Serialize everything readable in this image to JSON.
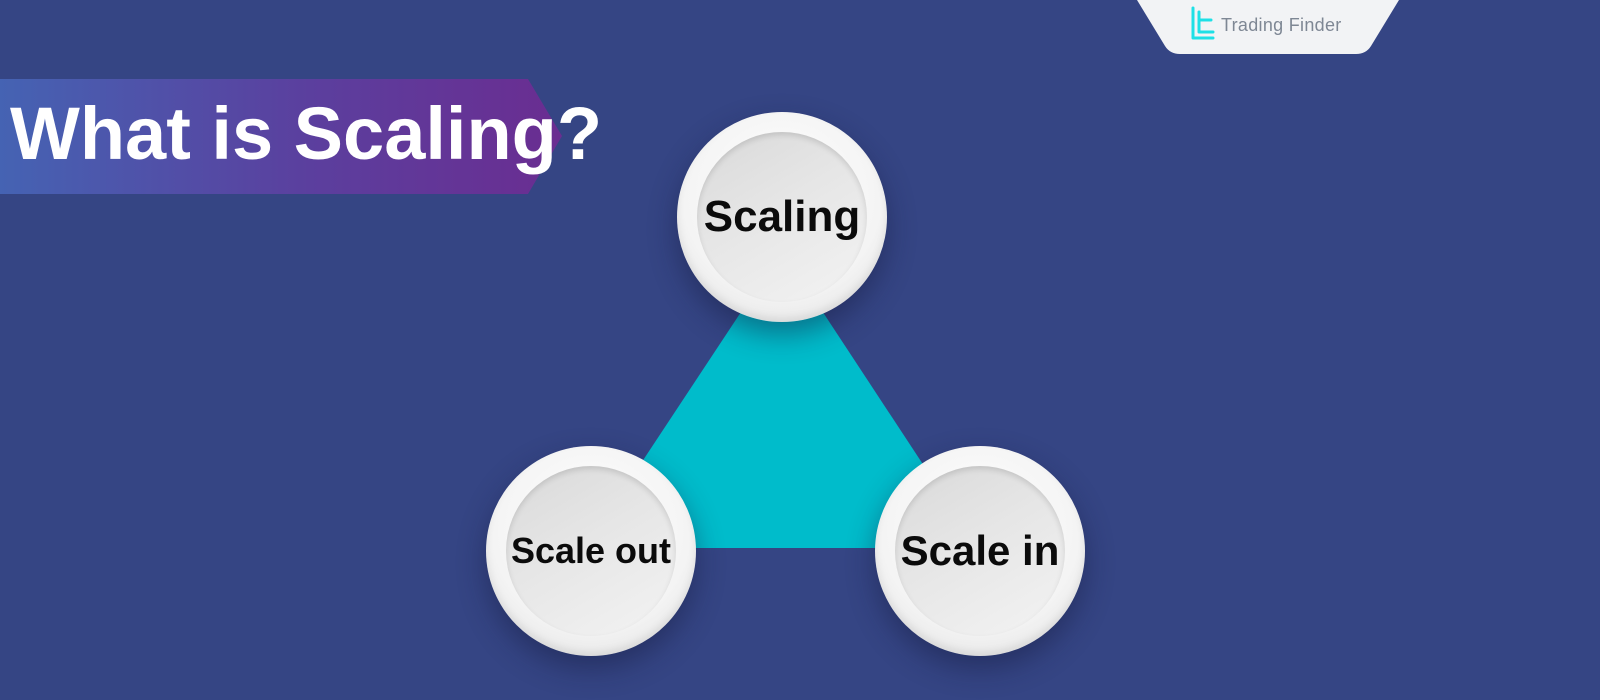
{
  "brand": {
    "name": "Trading Finder",
    "logo_icon": "trading-finder-logo-icon"
  },
  "title": "What is Scaling?",
  "diagram": {
    "type": "triangle",
    "nodes": {
      "top": "Scaling",
      "left": "Scale out",
      "right": "Scale in"
    }
  },
  "colors": {
    "background": "#354584",
    "triangle": "#00BCCB",
    "banner_gradient_start": "#4563b3",
    "banner_gradient_end": "#6a2d91",
    "node_fill": "#f2f2f2",
    "logo": "#1ee0e6"
  }
}
